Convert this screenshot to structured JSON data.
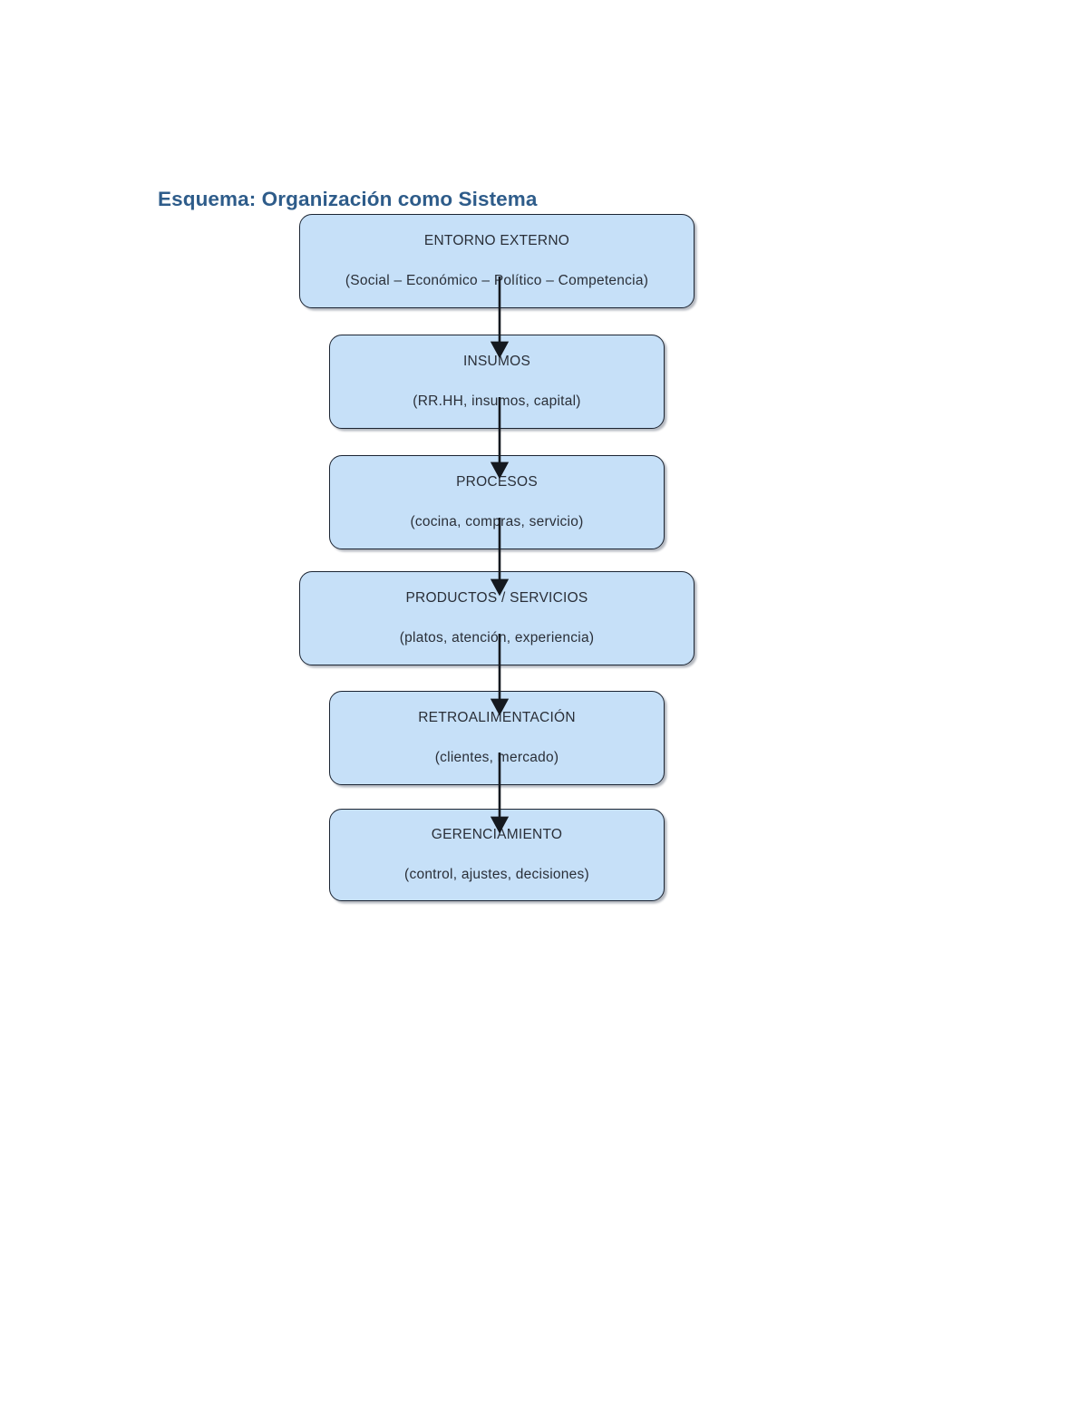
{
  "document": {
    "title": "Esquema: Organización como Sistema",
    "title_color": "#2e5c8a",
    "background_color": "#ffffff"
  },
  "diagram": {
    "type": "flowchart",
    "orientation": "vertical-top-down",
    "node_fill_color": "#c6e0f8",
    "node_border_color": "#1c2533",
    "node_text_color": "#2a2f38",
    "arrow_color": "#15191f",
    "nodes": [
      {
        "id": "entorno-externo",
        "title": "ENTORNO EXTERNO",
        "subtitle": "(Social – Económico – Político – Competencia)",
        "width": "wide"
      },
      {
        "id": "insumos",
        "title": "INSUMOS",
        "subtitle": "(RR.HH, insumos, capital)",
        "width": "narrow"
      },
      {
        "id": "procesos",
        "title": "PROCESOS",
        "subtitle": "(cocina, compras, servicio)",
        "width": "narrow"
      },
      {
        "id": "productos-servicios",
        "title": "PRODUCTOS / SERVICIOS",
        "subtitle": "(platos, atención, experiencia)",
        "width": "wide"
      },
      {
        "id": "retroalimentacion",
        "title": "RETROALIMENTACIÓN",
        "subtitle": "(clientes, mercado)",
        "width": "narrow"
      },
      {
        "id": "gerenciamiento",
        "title": "GERENCIAMIENTO",
        "subtitle": "(control, ajustes, decisiones)",
        "width": "narrow"
      }
    ],
    "edges": [
      {
        "from": "entorno-externo",
        "to": "insumos",
        "style": "solid-arrow"
      },
      {
        "from": "insumos",
        "to": "procesos",
        "style": "solid-arrow"
      },
      {
        "from": "procesos",
        "to": "productos-servicios",
        "style": "solid-arrow"
      },
      {
        "from": "productos-servicios",
        "to": "retroalimentacion",
        "style": "solid-arrow"
      },
      {
        "from": "retroalimentacion",
        "to": "gerenciamiento",
        "style": "solid-arrow"
      }
    ]
  }
}
